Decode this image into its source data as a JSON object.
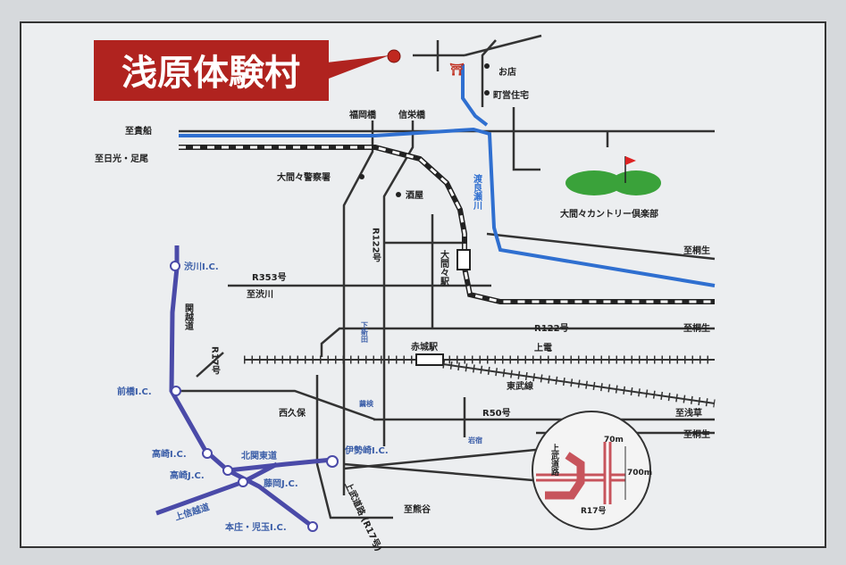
{
  "colors": {
    "background": "#d6d9dc",
    "map_bg": "#eceef0",
    "title_bg": "#b0231f",
    "title_text": "#ffffff",
    "road": "#333333",
    "river": "#2f6fd0",
    "expressway": "#4a4aa8",
    "green": "#3aa23a",
    "detail_road": "#c7545c"
  },
  "title": "浅原体験村",
  "labels": {
    "shrine": "⛩",
    "store": "お店",
    "machi_housing": "町営住宅",
    "to_kifune": "至貴船",
    "fukuoka_bridge": "福岡橋",
    "shinei_bridge": "信栄橋",
    "to_nikko_ashio": "至日光・足尾",
    "police": "大間々警察署",
    "sake": "酒屋",
    "watarase_river": "渡良瀬川",
    "country_club": "大間々カントリー倶楽部",
    "r122_vertical": "R122号",
    "to_kiryu_1": "至桐生",
    "omama_station": "大間々駅",
    "r353": "R353号",
    "to_shibukawa": "至渋川",
    "shibukawa_ic": "渋川I.C.",
    "kanetsu": "関越道",
    "r17": "R17号",
    "r122": "R122号",
    "to_kiryu_2": "至桐生",
    "akagi_station": "赤城駅",
    "joden": "上電",
    "maebashi_ic": "前橋I.C.",
    "tobu": "東武線",
    "nishikubo": "西久保",
    "r50": "R50号",
    "to_asakusa": "至浅草",
    "to_kiryu_3": "至桐生",
    "takasaki_ic": "高崎I.C.",
    "kitakanto": "北関東道",
    "isesaki_ic": "伊勢崎I.C.",
    "takasaki_jc": "高崎J.C.",
    "fujioka_jc": "藤岡J.C.",
    "joshinetsu": "上信越道",
    "joubu": "上武道路 (R17号)",
    "to_kumagaya": "至熊谷",
    "honjo_ic": "本庄・児玉I.C.",
    "iwajuku": "岩宿",
    "shimoshinden": "下新田",
    "mayuken": "繭検",
    "inset_70m": "70m",
    "inset_700m": "700m",
    "inset_r17": "R17号",
    "inset_joubu": "上武道路"
  }
}
